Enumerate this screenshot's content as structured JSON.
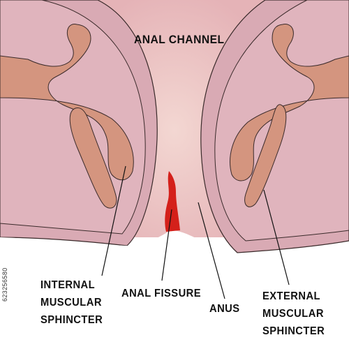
{
  "diagram": {
    "title": "ANAL CHANNEL",
    "labels": {
      "internal": [
        "INTERNAL",
        "MUSCULAR",
        "SPHINCTER"
      ],
      "fissure": "ANAL FISSURE",
      "anus": "ANUS",
      "external": [
        "EXTERNAL",
        "MUSCULAR",
        "SPHINCTER"
      ]
    },
    "stock_id": "623256580",
    "colors": {
      "skin": "#d9aab4",
      "muscle": "#d4957f",
      "canal": "#e9c3c0",
      "fissure": "#d4201a",
      "outline": "#3a2a2a"
    }
  }
}
